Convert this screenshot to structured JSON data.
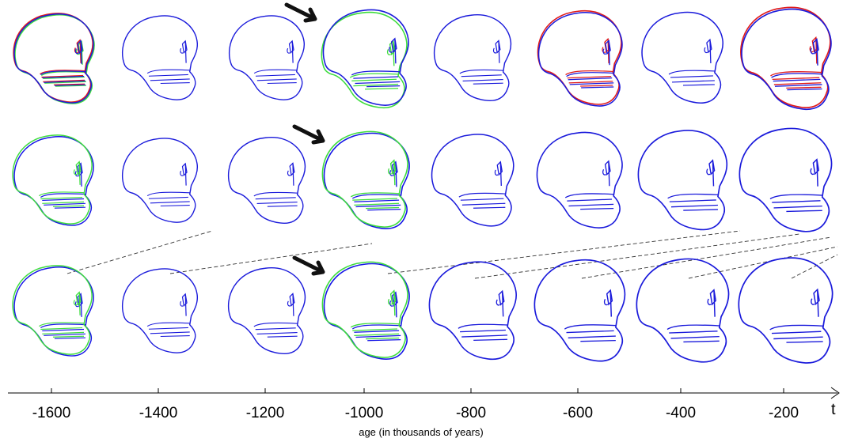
{
  "axis": {
    "title": "age (in thousands of years)",
    "end_label": "t",
    "ticks": [
      "-1600",
      "-1400",
      "-1200",
      "-1000",
      "-800",
      "-600",
      "-400",
      "-200"
    ]
  },
  "colors": {
    "skull_outline": "#1a1adb",
    "highlight_green": "#3ddc3d",
    "highlight_red": "#e01a1a",
    "highlight_blue_fill": "#1414e6",
    "arrow": "#111111",
    "connector": "#333333"
  },
  "rows": [
    {
      "name": "row-1",
      "skulls": [
        {
          "overlay": "red-green",
          "scale": 0.93
        },
        {
          "overlay": "none",
          "scale": 0.88
        },
        {
          "overlay": "none",
          "scale": 0.88
        },
        {
          "overlay": "green",
          "scale": 1.0
        },
        {
          "overlay": "none",
          "scale": 0.9
        },
        {
          "overlay": "red",
          "scale": 0.98
        },
        {
          "overlay": "none",
          "scale": 0.95
        },
        {
          "overlay": "red",
          "scale": 1.05
        }
      ],
      "arrow_at": 3
    },
    {
      "name": "row-2",
      "skulls": [
        {
          "overlay": "green-blue",
          "scale": 0.93
        },
        {
          "overlay": "none",
          "scale": 0.88
        },
        {
          "overlay": "none",
          "scale": 0.9
        },
        {
          "overlay": "green-blue",
          "scale": 1.0
        },
        {
          "overlay": "none",
          "scale": 0.96
        },
        {
          "overlay": "none",
          "scale": 1.0
        },
        {
          "overlay": "none",
          "scale": 1.04
        },
        {
          "overlay": "none",
          "scale": 1.08
        }
      ],
      "arrow_at": 3
    },
    {
      "name": "row-3",
      "skulls": [
        {
          "overlay": "green-blue",
          "scale": 0.93
        },
        {
          "overlay": "none",
          "scale": 0.88
        },
        {
          "overlay": "none",
          "scale": 0.9
        },
        {
          "overlay": "green-blue",
          "scale": 1.0
        },
        {
          "overlay": "none",
          "scale": 1.02
        },
        {
          "overlay": "none",
          "scale": 1.06
        },
        {
          "overlay": "none",
          "scale": 1.08
        },
        {
          "overlay": "none",
          "scale": 1.1
        }
      ],
      "arrow_at": 3
    }
  ]
}
